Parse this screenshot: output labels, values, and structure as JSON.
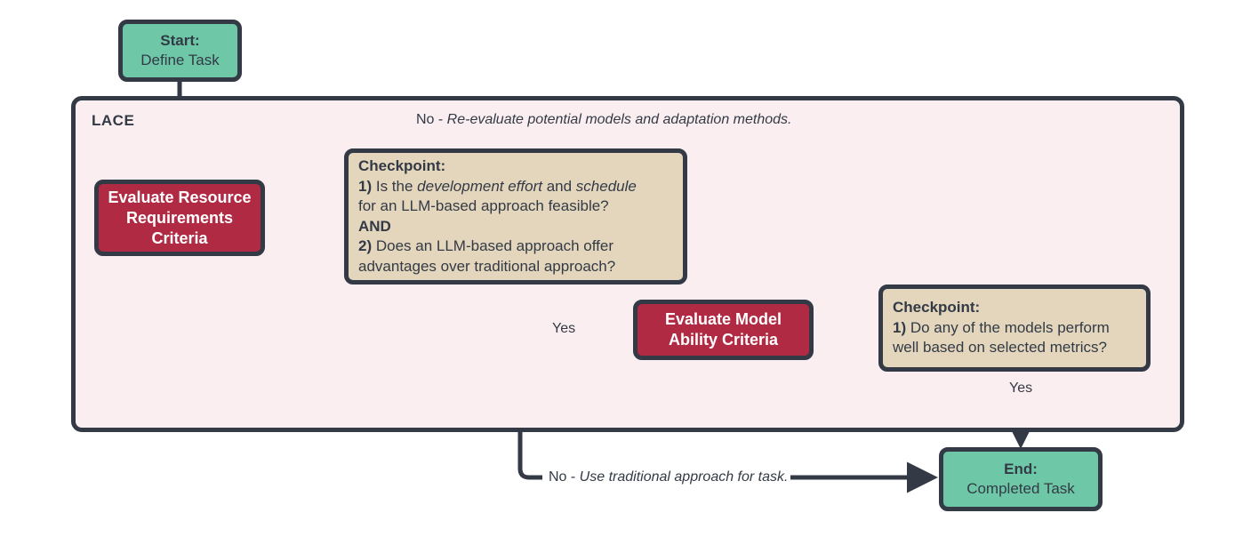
{
  "diagram": {
    "title": "LACE decision flowchart",
    "container_label": "LACE",
    "colors": {
      "terminal_fill": "#6ec8a8",
      "process_fill": "#b12a44",
      "checkpoint_fill": "#e3d6bd",
      "container_fill": "#fbeef0",
      "stroke": "#333a45",
      "page_background": "#ffffff"
    }
  },
  "nodes": {
    "start": {
      "type": "terminal",
      "line1": "Start:",
      "line2": "Define Task"
    },
    "evaluate_resource": {
      "type": "process",
      "line1": "Evaluate Resource",
      "line2": "Requirements",
      "line3": "Criteria"
    },
    "checkpoint_1": {
      "type": "checkpoint",
      "heading": "Checkpoint:",
      "item1_number": "1)",
      "item1_part_a": " Is the ",
      "item1_italic_a": "development effort",
      "item1_part_b": " and ",
      "item1_italic_b": "schedule",
      "item1_part_c": "for an LLM-based approach feasible?",
      "connector": "AND",
      "item2_number": "2)",
      "item2_part_a": " Does an LLM-based approach offer",
      "item2_part_b": "advantages over traditional approach?"
    },
    "evaluate_model": {
      "type": "process",
      "line1": "Evaluate Model",
      "line2": "Ability Criteria"
    },
    "checkpoint_2": {
      "type": "checkpoint",
      "heading": "Checkpoint:",
      "item1_number": "1)",
      "item1_part_a": " Do any of the models perform",
      "item1_part_b": "well based on selected metrics?"
    },
    "end": {
      "type": "terminal",
      "line1": "End:",
      "line2": "Completed Task"
    }
  },
  "edges": {
    "feedback_loop": {
      "prefix": "No - ",
      "italic": "Re-evaluate potential models and adaptation methods.",
      "style": "dotted"
    },
    "checkpoint1_yes": {
      "label": "Yes",
      "style": "solid"
    },
    "checkpoint1_no": {
      "prefix": "No - ",
      "italic": "Use traditional approach for task.",
      "style": "solid"
    },
    "checkpoint2_yes": {
      "label": "Yes",
      "style": "solid"
    }
  }
}
